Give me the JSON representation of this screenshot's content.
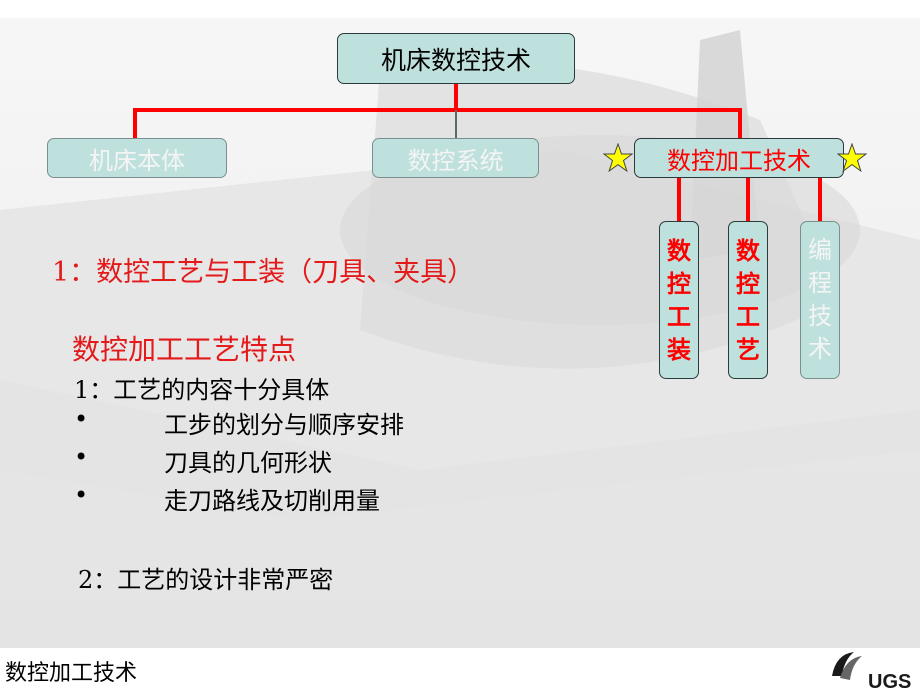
{
  "diagram": {
    "root": "机床数控技术",
    "children": [
      "机床本体",
      "数控系统",
      "数控加工技术"
    ],
    "sub_children": [
      [
        "数",
        "控",
        "工",
        "装"
      ],
      [
        "数",
        "控",
        "工",
        "艺"
      ],
      [
        "编",
        "程",
        "技",
        "术"
      ]
    ]
  },
  "content": {
    "heading": "1：数控工艺与工装（刀具、夹具）",
    "subheading": "数控加工工艺特点",
    "point1": "1：工艺的内容十分具体",
    "bullets": [
      "工步的划分与顺序安排",
      "刀具的几何形状",
      "走刀路线及切削用量"
    ],
    "bullet_symbol": "•",
    "point2": "2：工艺的设计非常严密"
  },
  "footer": {
    "title": "数控加工技术",
    "logo_text": "UGS"
  },
  "colors": {
    "node_fill": "#bfe1de",
    "connector": "#ff0000",
    "highlight_text": "#ff0000",
    "star_fill": "#ffff00"
  }
}
